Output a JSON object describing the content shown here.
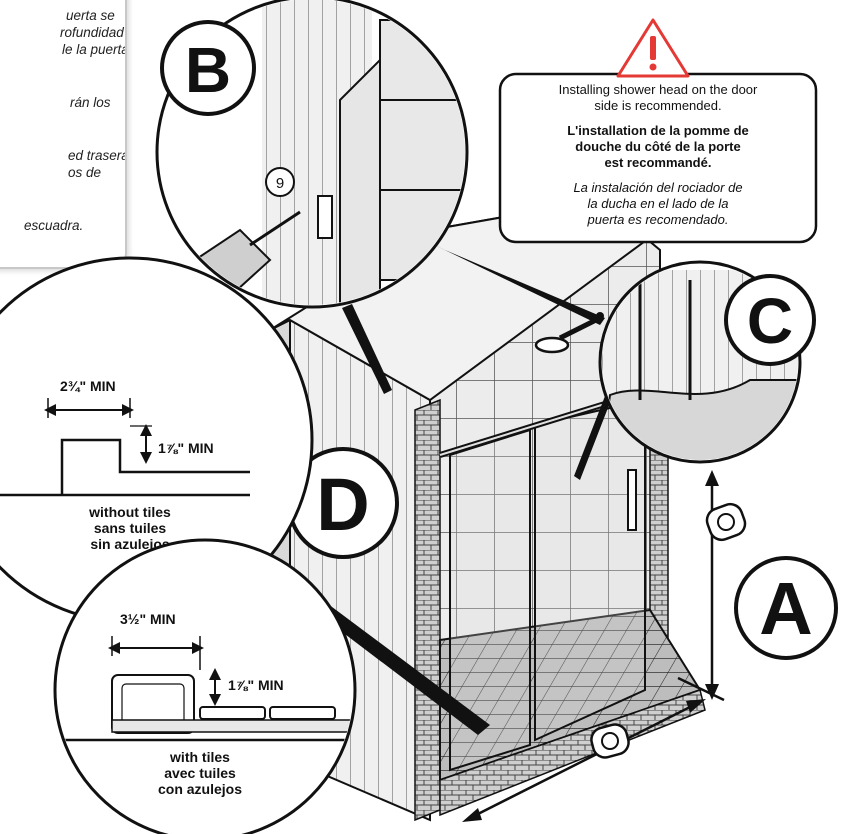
{
  "left_note": {
    "lines": [
      "uerta se",
      "rofundidad",
      "le la puerta",
      "rán los",
      "ed trasera",
      "os de",
      "escuadra."
    ]
  },
  "warning": {
    "en": [
      "Installing shower head on the door",
      "side is recommended."
    ],
    "fr": [
      "L'installation de la pomme de",
      "douche du côté de la porte",
      "est recommandé."
    ],
    "es": [
      "La instalación del rociador de",
      "la ducha en el lado de la",
      "puerta es recomendado."
    ]
  },
  "callouts": {
    "b": "B",
    "c": "C",
    "d": "D",
    "a": "A",
    "part_number": "9"
  },
  "detail_without_tiles": {
    "width_label": "2¾\" MIN",
    "height_label": "1⅞\" MIN",
    "caption": [
      "without tiles",
      "sans tuiles",
      "sin azulejos"
    ]
  },
  "detail_with_tiles": {
    "width_label": "3½\" MIN",
    "height_label": "1⅞\" MIN",
    "caption": [
      "with tiles",
      "avec tuiles",
      "con azulejos"
    ]
  },
  "colors": {
    "warning": "#e53935",
    "line": "#111111",
    "panel_border": "#c8c8c8"
  }
}
